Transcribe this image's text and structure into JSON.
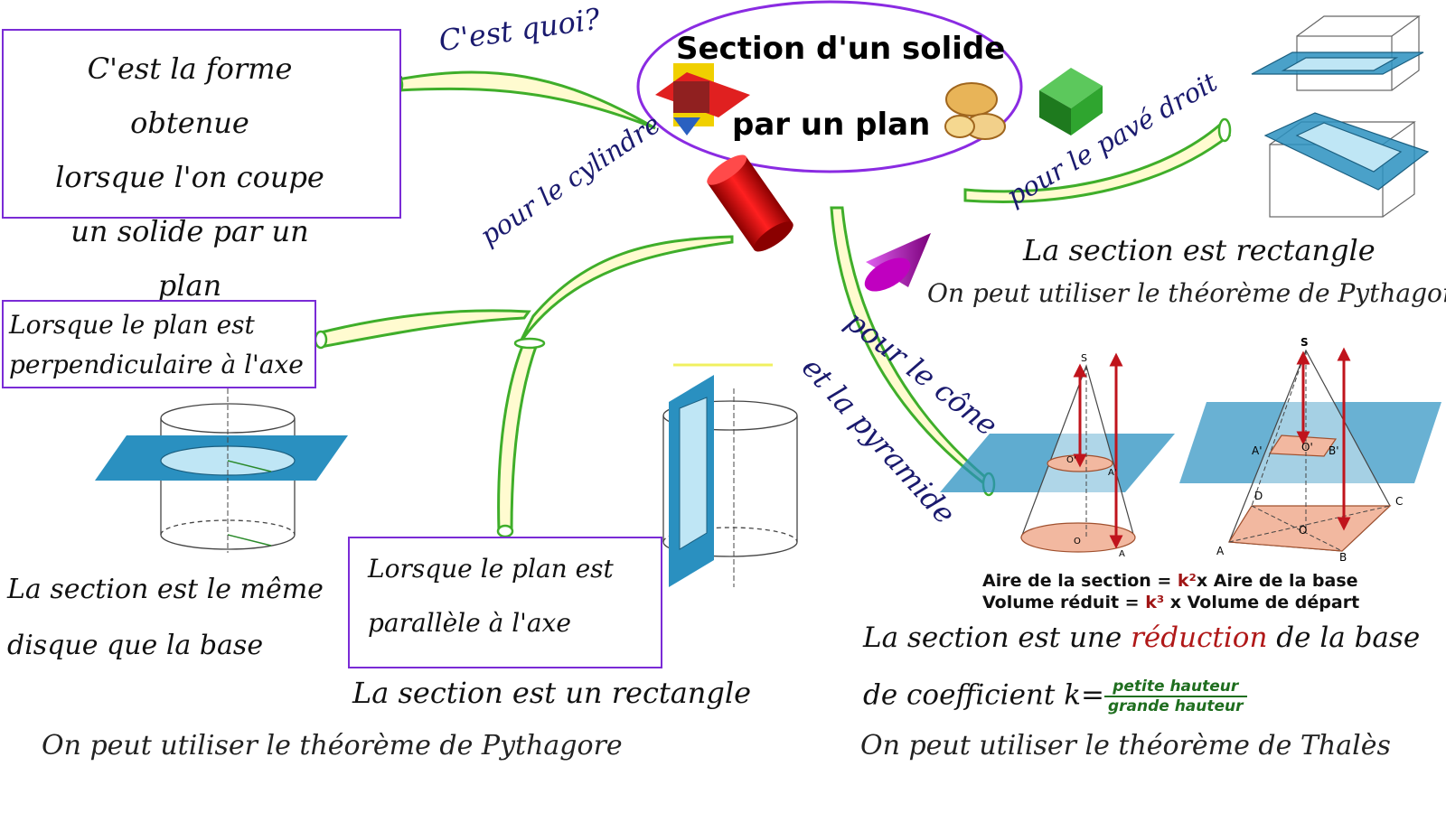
{
  "title": {
    "line1": "Section d'un solide",
    "line2": "par un plan"
  },
  "definition": {
    "question": "C'est quoi?",
    "lines": [
      "C'est la forme obtenue",
      "lorsque l'on coupe",
      "un solide par un plan"
    ]
  },
  "cylinder": {
    "branch_label": "pour le cylindre",
    "perpendicular": {
      "box_lines": [
        "Lorsque le plan est",
        "perpendiculaire à l'axe"
      ],
      "result_lines": [
        "La section est le même",
        "disque que la base"
      ]
    },
    "parallel": {
      "box_lines": [
        "Lorsque le plan est",
        "parallèle  à l'axe"
      ],
      "result": "La section est un rectangle",
      "theorem": "On peut utiliser le théorème de Pythagore"
    }
  },
  "pave": {
    "branch_label": "pour le pavé droit",
    "result": "La section est rectangle",
    "theorem": "On peut utiliser le théorème de Pythagore"
  },
  "cone_pyramid": {
    "branch_label_1": "pour le cône",
    "branch_label_2": "et la pyramide",
    "formula_area": {
      "pre": "Aire de la section = ",
      "k": "k²",
      "post": "x Aire de la base"
    },
    "formula_volume": {
      "pre": "Volume réduit = ",
      "k": "k³",
      "post": " x Volume de départ"
    },
    "result": {
      "pre": "La section est une ",
      "highlight": "réduction",
      "post": " de la base"
    },
    "coef_label": "de coefficient k=",
    "frac_num": "petite hauteur",
    "frac_den": "grande hauteur",
    "theorem": "On peut utiliser le théorème de Thalès"
  },
  "figure_labels": {
    "cone": {
      "apex": "S",
      "section_center": "O'",
      "section_edge": "A'",
      "base_center": "O",
      "base_edge": "A"
    },
    "pyramid": {
      "apex": "S",
      "a1": "A'",
      "b1": "B'",
      "o1": "O'",
      "a": "A",
      "b": "B",
      "c": "C",
      "d": "D",
      "o": "O"
    }
  },
  "colors": {
    "box_border": "#7a2bd6",
    "branch_fill": "#fffbd0",
    "branch_stroke": "#3fae2a",
    "plane": "#2a90c0",
    "arrow_red": "#c0141c",
    "label_blue": "#1a1a6e",
    "highlight_red": "#b01818"
  }
}
